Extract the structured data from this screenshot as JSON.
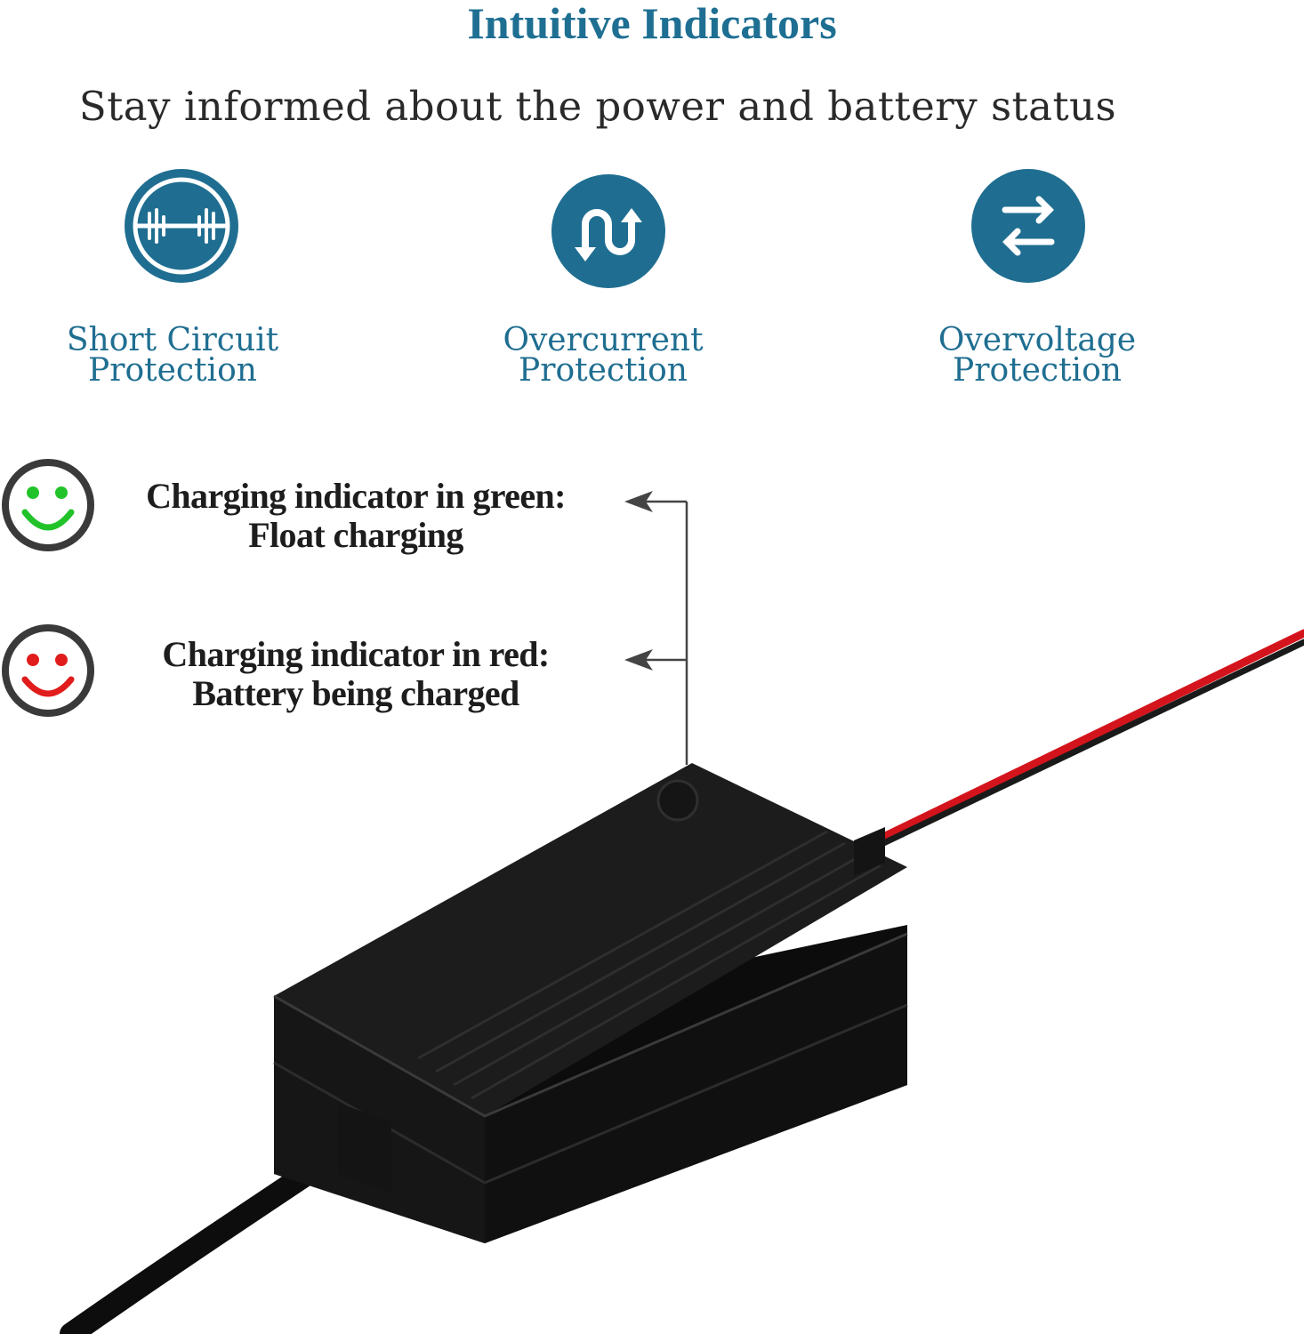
{
  "header": {
    "title": "Intuitive Indicators",
    "subtitle": "Stay informed about the power and battery status"
  },
  "features": [
    {
      "icon": "short-circuit-icon",
      "line1": "Short Circuit",
      "line2": "Protection"
    },
    {
      "icon": "overcurrent-icon",
      "line1": "Overcurrent",
      "line2": "Protection"
    },
    {
      "icon": "overvoltage-icon",
      "line1": "Overvoltage",
      "line2": "Protection"
    }
  ],
  "indicators": [
    {
      "icon": "green-smiley-icon",
      "color": "#22c32a",
      "line1": "Charging indicator in green:",
      "line2": "Float charging"
    },
    {
      "icon": "red-smiley-icon",
      "color": "#e11c1c",
      "line1": "Charging indicator in red:",
      "line2": "Battery being charged"
    }
  ],
  "colors": {
    "accent": "#1f6e91",
    "charger_body": "#111111",
    "red_wire": "#d4141c"
  }
}
